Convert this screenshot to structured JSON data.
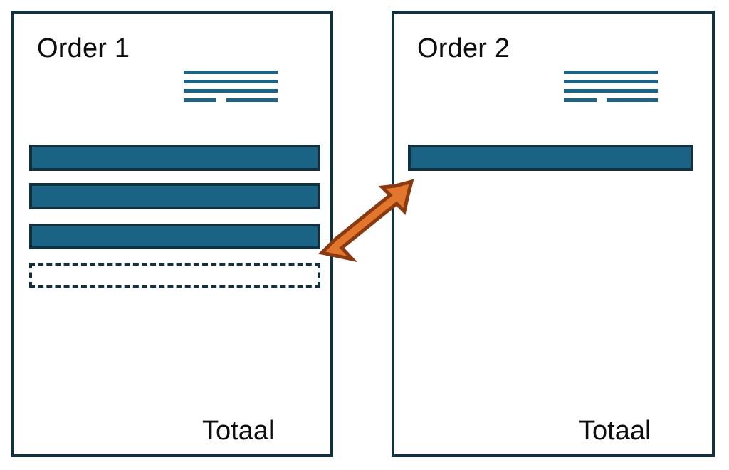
{
  "diagram": {
    "title_hidden": "",
    "accent_blue": "#1B6385",
    "outline_navy": "#13303F",
    "arrow_orange": "#E2762C",
    "arrow_outline": "#8A3A10",
    "background": "#FFFFFF"
  },
  "panels": [
    {
      "id": "order-1",
      "title": "Order 1",
      "total_label": "Totaal",
      "doc_lines": [
        {
          "type": "full"
        },
        {
          "type": "full"
        },
        {
          "type": "full"
        },
        {
          "type": "split"
        }
      ],
      "bars": [
        {
          "style": "solid",
          "label": ""
        },
        {
          "style": "solid",
          "label": ""
        },
        {
          "style": "solid",
          "label": ""
        },
        {
          "style": "dashed",
          "label": ""
        }
      ]
    },
    {
      "id": "order-2",
      "title": "Order 2",
      "total_label": "Totaal",
      "doc_lines": [
        {
          "type": "full"
        },
        {
          "type": "full"
        },
        {
          "type": "full"
        },
        {
          "type": "split"
        }
      ],
      "bars": [
        {
          "style": "solid",
          "label": ""
        }
      ]
    }
  ],
  "arrow": {
    "name": "move-line-arrow",
    "direction": "up-right",
    "from_panel": "order-1",
    "to_panel": "order-2",
    "label": ""
  }
}
